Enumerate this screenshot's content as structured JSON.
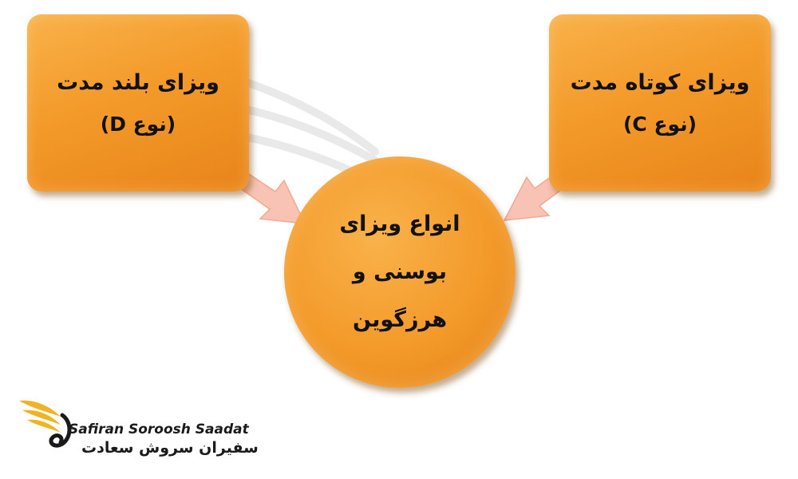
{
  "diagram": {
    "left_box": {
      "title": "ویزای بلند مدت",
      "subtitle": "(نوع D)"
    },
    "right_box": {
      "title": "ویزای کوتاه مدت",
      "subtitle": "(نوع C)"
    },
    "center_circle": {
      "line1": "انواع ویزای",
      "line2": "بوسنی و",
      "line3": "هرزگوین"
    },
    "colors": {
      "box_orange": "#f39a2a",
      "arrow_pink": "#f7b9a8"
    }
  },
  "logo": {
    "name_en": "Safiran Soroosh Saadat",
    "name_fa": "سفیران سروش سعادت",
    "icon": "wing-icon"
  }
}
